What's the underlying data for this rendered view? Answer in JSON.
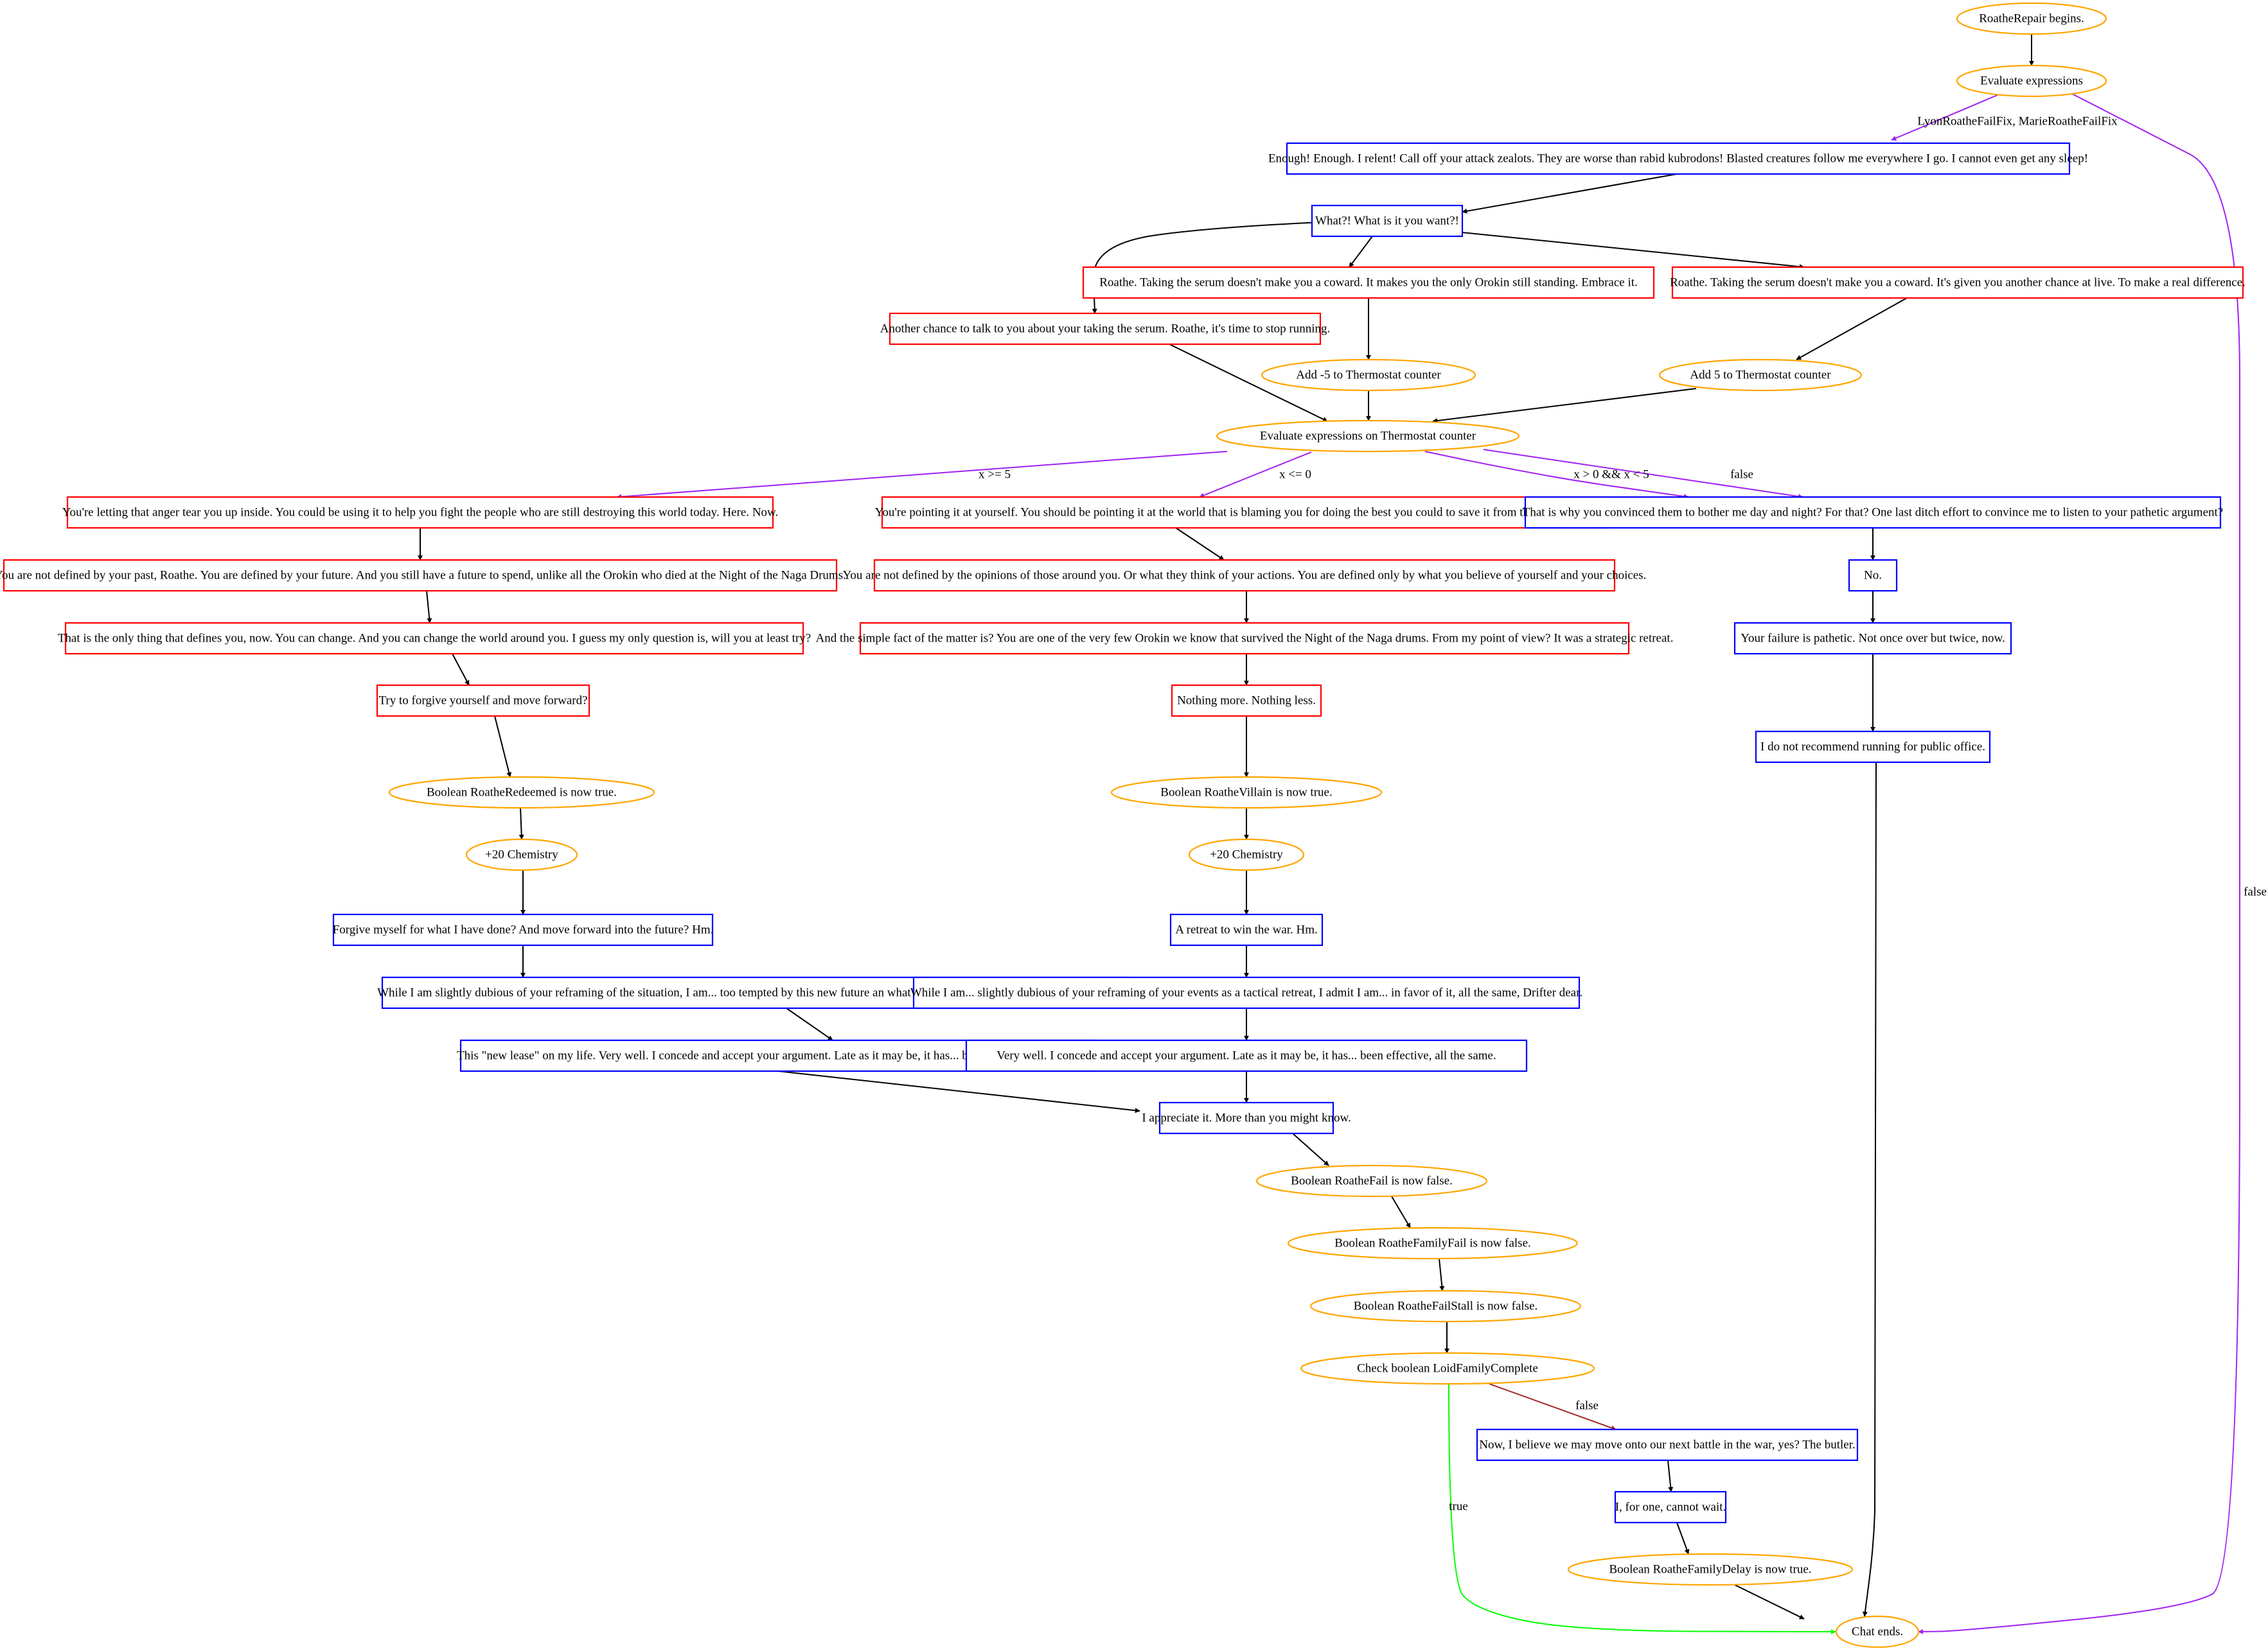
{
  "diagram": {
    "type": "dialogue-flowchart",
    "colors": {
      "player_line": "#ff0000",
      "npc_line": "#0000ff",
      "event": "#ffa500",
      "default_edge": "#000000",
      "condition_edge": "#a020f0",
      "true_edge": "#00ff00",
      "false_edge": "#a52a2a"
    },
    "nodes": [
      {
        "id": "n_begin",
        "shape": "ellipse",
        "kind": "event",
        "label": "RoatheRepair begins."
      },
      {
        "id": "n_eval",
        "shape": "ellipse",
        "kind": "event",
        "label": "Evaluate expressions"
      },
      {
        "id": "n_enough",
        "shape": "box",
        "kind": "npc",
        "label": "Enough! Enough. I relent! Call off your attack zealots. They are worse than rabid kubrodons! Blasted creatures follow me everywhere I go. I cannot even get any sleep!"
      },
      {
        "id": "n_what",
        "shape": "box",
        "kind": "npc",
        "label": "What?! What is it you want?!"
      },
      {
        "id": "n_another",
        "shape": "box",
        "kind": "player",
        "label": "Another chance to talk to you about your taking the serum. Roathe, it's time to stop running."
      },
      {
        "id": "n_serum1",
        "shape": "box",
        "kind": "player",
        "label": "Roathe. Taking the serum doesn't make you a coward. It makes you the only Orokin still standing. Embrace it."
      },
      {
        "id": "n_serum2",
        "shape": "box",
        "kind": "player",
        "label": "Roathe. Taking the serum doesn't make you a coward. It's given you another chance at live. To make a real difference."
      },
      {
        "id": "n_addm5",
        "shape": "ellipse",
        "kind": "event",
        "label": "Add -5 to Thermostat counter"
      },
      {
        "id": "n_add5",
        "shape": "ellipse",
        "kind": "event",
        "label": "Add 5 to Thermostat counter"
      },
      {
        "id": "n_evalT",
        "shape": "ellipse",
        "kind": "event",
        "label": "Evaluate expressions on Thermostat counter"
      },
      {
        "id": "n_anger",
        "shape": "box",
        "kind": "player",
        "label": "You're letting that anger tear you up inside. You could be using it to help you fight the people who are still destroying this world today. Here. Now."
      },
      {
        "id": "n_pointing",
        "shape": "box",
        "kind": "player",
        "label": "You're pointing it at yourself. You should be pointing it at the world that is blaming you for doing the best you could to save it from the Orokin Empire."
      },
      {
        "id": "n_why",
        "shape": "box",
        "kind": "npc",
        "label": "That is why you convinced them to bother me day and night? For that? One last ditch effort to convince me to listen to your pathetic argument?"
      },
      {
        "id": "n_past",
        "shape": "box",
        "kind": "player",
        "label": "You are not defined by your past, Roathe. You are defined by your future. And you still have a future to spend, unlike all the Orokin who died at the Night of the Naga Drums."
      },
      {
        "id": "n_opinions",
        "shape": "box",
        "kind": "player",
        "label": "You are not defined by the opinions of those around you. Or what they think of your actions. You are defined only by what you believe of yourself and your choices."
      },
      {
        "id": "n_no",
        "shape": "box",
        "kind": "npc",
        "label": "No."
      },
      {
        "id": "n_only",
        "shape": "box",
        "kind": "player",
        "label": "That is the only thing that defines you, now. You can change. And you can change the world around you. I guess my only question is, will you at least try?"
      },
      {
        "id": "n_fact",
        "shape": "box",
        "kind": "player",
        "label": "And the simple fact of the matter is? You are one of the very few Orokin we know that survived the Night of the Naga drums. From my point of view? It was a strategic retreat."
      },
      {
        "id": "n_failure",
        "shape": "box",
        "kind": "npc",
        "label": "Your failure is pathetic. Not once over but twice, now."
      },
      {
        "id": "n_forgive",
        "shape": "box",
        "kind": "player",
        "label": "Try to forgive yourself and move forward?"
      },
      {
        "id": "n_nothing",
        "shape": "box",
        "kind": "player",
        "label": "Nothing more. Nothing less."
      },
      {
        "id": "n_office",
        "shape": "box",
        "kind": "npc",
        "label": "I do not recommend running for public office."
      },
      {
        "id": "n_redeemed",
        "shape": "ellipse",
        "kind": "event",
        "label": "Boolean RoatheRedeemed is now true."
      },
      {
        "id": "n_villain",
        "shape": "ellipse",
        "kind": "event",
        "label": "Boolean RoatheVillain is now true."
      },
      {
        "id": "n_chem1",
        "shape": "ellipse",
        "kind": "event",
        "label": "+20 Chemistry"
      },
      {
        "id": "n_chem2",
        "shape": "ellipse",
        "kind": "event",
        "label": "+20 Chemistry"
      },
      {
        "id": "n_forgiveNpc",
        "shape": "box",
        "kind": "npc",
        "label": "Forgive myself for what I have done? And move forward into the future? Hm."
      },
      {
        "id": "n_retreat",
        "shape": "box",
        "kind": "npc",
        "label": "A retreat to win the war. Hm."
      },
      {
        "id": "n_dubious1",
        "shape": "box",
        "kind": "npc",
        "label": "While I am slightly dubious of your reframing of the situation, I am... too tempted by this new future an what it might mean for me to resist it, Drifter dear."
      },
      {
        "id": "n_dubious2",
        "shape": "box",
        "kind": "npc",
        "label": "While I am... slightly dubious of your reframing of your events as a tactical retreat, I admit I am... in favor of it, all the same, Drifter dear."
      },
      {
        "id": "n_lease",
        "shape": "box",
        "kind": "npc",
        "label": "This \"new lease\" on my life. Very well. I concede and accept your argument. Late as it may be, it has... been effective, all the same."
      },
      {
        "id": "n_verywell",
        "shape": "box",
        "kind": "npc",
        "label": "Very well. I concede and accept your argument. Late as it may be, it has... been effective, all the same."
      },
      {
        "id": "n_appreciate",
        "shape": "box",
        "kind": "npc",
        "label": "I appreciate it. More than you might know."
      },
      {
        "id": "n_failF",
        "shape": "ellipse",
        "kind": "event",
        "label": "Boolean RoatheFail is now false."
      },
      {
        "id": "n_famFailF",
        "shape": "ellipse",
        "kind": "event",
        "label": "Boolean RoatheFamilyFail is now false."
      },
      {
        "id": "n_stallF",
        "shape": "ellipse",
        "kind": "event",
        "label": "Boolean RoatheFailStall is now false."
      },
      {
        "id": "n_check",
        "shape": "ellipse",
        "kind": "event",
        "label": "Check boolean LoidFamilyComplete"
      },
      {
        "id": "n_butler",
        "shape": "box",
        "kind": "npc",
        "label": "Now, I believe we may move onto our next battle in the war, yes? The butler."
      },
      {
        "id": "n_wait",
        "shape": "box",
        "kind": "npc",
        "label": "I, for one, cannot wait."
      },
      {
        "id": "n_delay",
        "shape": "ellipse",
        "kind": "event",
        "label": "Boolean RoatheFamilyDelay is now true."
      },
      {
        "id": "n_end",
        "shape": "ellipse",
        "kind": "event",
        "label": "Chat ends."
      }
    ],
    "edges": [
      {
        "from": "n_begin",
        "to": "n_eval",
        "label": "",
        "color": "default"
      },
      {
        "from": "n_eval",
        "to": "n_enough",
        "label": "LyonRoatheFailFix, MarieRoatheFailFix",
        "color": "condition"
      },
      {
        "from": "n_eval",
        "to": "n_end",
        "label": "false",
        "color": "condition"
      },
      {
        "from": "n_enough",
        "to": "n_what",
        "label": "",
        "color": "default"
      },
      {
        "from": "n_what",
        "to": "n_another",
        "label": "",
        "color": "default"
      },
      {
        "from": "n_what",
        "to": "n_serum1",
        "label": "",
        "color": "default"
      },
      {
        "from": "n_what",
        "to": "n_serum2",
        "label": "",
        "color": "default"
      },
      {
        "from": "n_serum1",
        "to": "n_addm5",
        "label": "",
        "color": "default"
      },
      {
        "from": "n_serum2",
        "to": "n_add5",
        "label": "",
        "color": "default"
      },
      {
        "from": "n_another",
        "to": "n_evalT",
        "label": "",
        "color": "default"
      },
      {
        "from": "n_addm5",
        "to": "n_evalT",
        "label": "",
        "color": "default"
      },
      {
        "from": "n_add5",
        "to": "n_evalT",
        "label": "",
        "color": "default"
      },
      {
        "from": "n_evalT",
        "to": "n_anger",
        "label": "x >= 5",
        "color": "condition"
      },
      {
        "from": "n_evalT",
        "to": "n_pointing",
        "label": "x <= 0",
        "color": "condition"
      },
      {
        "from": "n_evalT",
        "to": "n_why",
        "label": "x > 0 && x < 5",
        "color": "condition"
      },
      {
        "from": "n_evalT",
        "to": "n_why",
        "label": "false",
        "color": "condition"
      },
      {
        "from": "n_anger",
        "to": "n_past",
        "label": "",
        "color": "default"
      },
      {
        "from": "n_past",
        "to": "n_only",
        "label": "",
        "color": "default"
      },
      {
        "from": "n_only",
        "to": "n_forgive",
        "label": "",
        "color": "default"
      },
      {
        "from": "n_forgive",
        "to": "n_redeemed",
        "label": "",
        "color": "default"
      },
      {
        "from": "n_redeemed",
        "to": "n_chem1",
        "label": "",
        "color": "default"
      },
      {
        "from": "n_chem1",
        "to": "n_forgiveNpc",
        "label": "",
        "color": "default"
      },
      {
        "from": "n_forgiveNpc",
        "to": "n_dubious1",
        "label": "",
        "color": "default"
      },
      {
        "from": "n_dubious1",
        "to": "n_lease",
        "label": "",
        "color": "default"
      },
      {
        "from": "n_lease",
        "to": "n_appreciate",
        "label": "",
        "color": "default"
      },
      {
        "from": "n_pointing",
        "to": "n_opinions",
        "label": "",
        "color": "default"
      },
      {
        "from": "n_opinions",
        "to": "n_fact",
        "label": "",
        "color": "default"
      },
      {
        "from": "n_fact",
        "to": "n_nothing",
        "label": "",
        "color": "default"
      },
      {
        "from": "n_nothing",
        "to": "n_villain",
        "label": "",
        "color": "default"
      },
      {
        "from": "n_villain",
        "to": "n_chem2",
        "label": "",
        "color": "default"
      },
      {
        "from": "n_chem2",
        "to": "n_retreat",
        "label": "",
        "color": "default"
      },
      {
        "from": "n_retreat",
        "to": "n_dubious2",
        "label": "",
        "color": "default"
      },
      {
        "from": "n_dubious2",
        "to": "n_verywell",
        "label": "",
        "color": "default"
      },
      {
        "from": "n_verywell",
        "to": "n_appreciate",
        "label": "",
        "color": "default"
      },
      {
        "from": "n_why",
        "to": "n_no",
        "label": "",
        "color": "default"
      },
      {
        "from": "n_no",
        "to": "n_failure",
        "label": "",
        "color": "default"
      },
      {
        "from": "n_failure",
        "to": "n_office",
        "label": "",
        "color": "default"
      },
      {
        "from": "n_office",
        "to": "n_end",
        "label": "",
        "color": "default"
      },
      {
        "from": "n_appreciate",
        "to": "n_failF",
        "label": "",
        "color": "default"
      },
      {
        "from": "n_failF",
        "to": "n_famFailF",
        "label": "",
        "color": "default"
      },
      {
        "from": "n_famFailF",
        "to": "n_stallF",
        "label": "",
        "color": "default"
      },
      {
        "from": "n_stallF",
        "to": "n_check",
        "label": "",
        "color": "default"
      },
      {
        "from": "n_check",
        "to": "n_butler",
        "label": "false",
        "color": "false"
      },
      {
        "from": "n_check",
        "to": "n_end",
        "label": "true",
        "color": "true"
      },
      {
        "from": "n_butler",
        "to": "n_wait",
        "label": "",
        "color": "default"
      },
      {
        "from": "n_wait",
        "to": "n_delay",
        "label": "",
        "color": "default"
      },
      {
        "from": "n_delay",
        "to": "n_end",
        "label": "",
        "color": "default"
      }
    ]
  }
}
